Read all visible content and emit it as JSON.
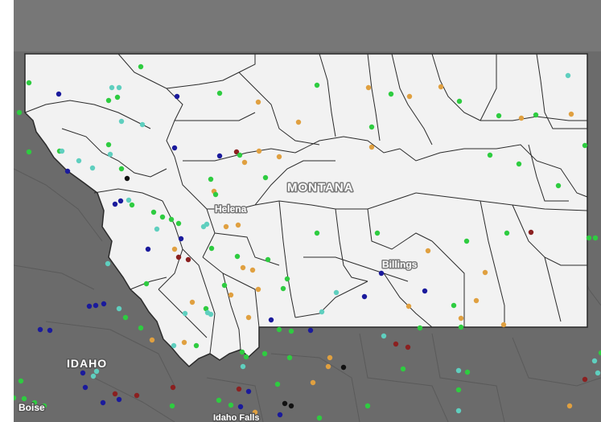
{
  "map": {
    "colors": {
      "surround": "#6b6b6b",
      "state_fill": "#f2f2f2",
      "county_line": "#2b2b2b",
      "surround_line": "#5a5a5a",
      "label_fill": "#ffffff",
      "label_halo": "#7a7a7a"
    },
    "labels": {
      "state_montana": "MONTANA",
      "state_idaho": "IDAHO",
      "city_helena": "Helena",
      "city_billings": "Billings",
      "city_boise": "Boise",
      "city_idaho_falls": "Idaho Falls"
    },
    "legend": {
      "dot_colors": {
        "green": "#2ecc40",
        "teal": "#5fcfbf",
        "orange": "#e0a040",
        "navy": "#1a1a9c",
        "darkred": "#8b2020",
        "black": "#111111"
      }
    }
  }
}
